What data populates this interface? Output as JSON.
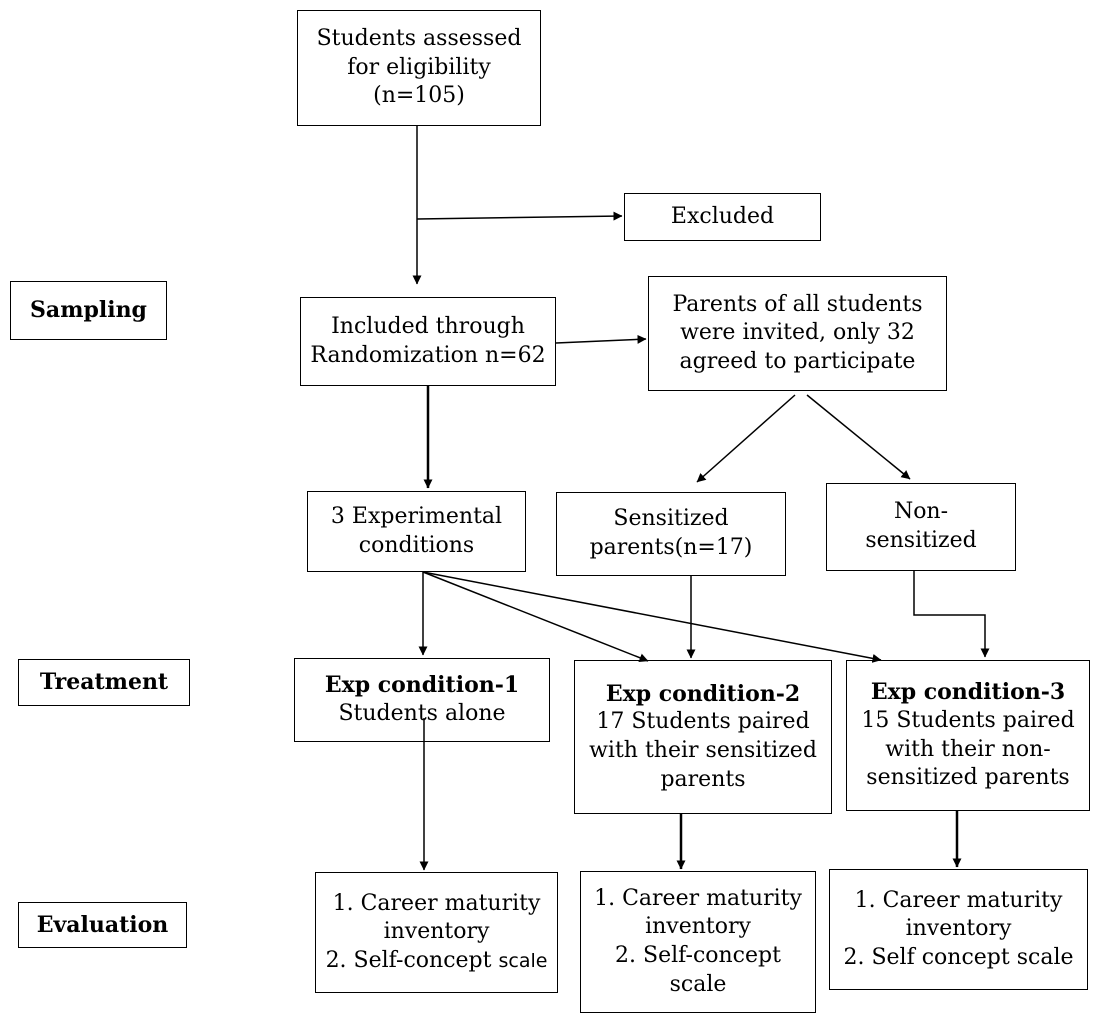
{
  "stages": {
    "sampling": "Sampling",
    "treatment": "Treatment",
    "evaluation": "Evaluation"
  },
  "assessed": {
    "line1": "Students assessed",
    "line2": "for eligibility",
    "line3": "(n=105)"
  },
  "excluded": {
    "label": "Excluded"
  },
  "included": {
    "line1": "Included through",
    "line2": "Randomization n=62"
  },
  "parents_invited": {
    "line1": "Parents of all students",
    "line2": "were invited, only 32",
    "line3": "agreed to participate"
  },
  "experimental": {
    "line1": "3 Experimental",
    "line2": "conditions"
  },
  "sensitized": {
    "line1": "Sensitized",
    "line2": "parents(n=17)"
  },
  "non_sensitized": {
    "line1": "Non-",
    "line2": "sensitized"
  },
  "exp1": {
    "title": "Exp condition-1",
    "line1": "Students alone"
  },
  "exp2": {
    "title": "Exp condition-2",
    "line1": "17 Students paired",
    "line2": "with their sensitized",
    "line3": "parents"
  },
  "exp3": {
    "title": "Exp condition-3",
    "line1": "15 Students paired",
    "line2": "with their non-",
    "line3": "sensitized parents"
  },
  "eval1": {
    "line1": "1. Career maturity",
    "line2": "inventory",
    "line3a": "2. Self-concept ",
    "line3b": "scale"
  },
  "eval2": {
    "line1": "1. Career maturity",
    "line2": "inventory",
    "line3": "2. Self-concept",
    "line4": "scale"
  },
  "eval3": {
    "line1": "1. Career maturity",
    "line2": "inventory",
    "line3": "2. Self concept scale"
  }
}
